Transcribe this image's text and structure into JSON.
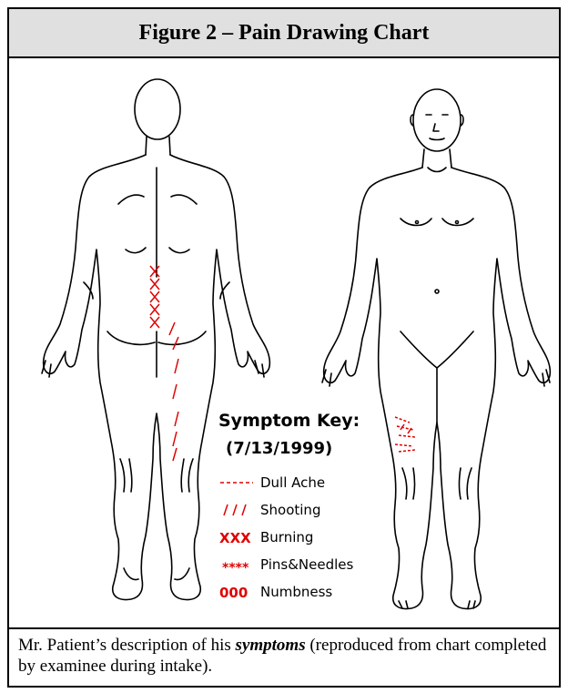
{
  "figure": {
    "title": "Figure 2 – Pain Drawing Chart"
  },
  "symptom_key": {
    "heading": "Symptom Key:",
    "date": "(7/13/1999)",
    "items": [
      {
        "symbol": "----",
        "label": "Dull Ache",
        "icon": "dashed-line-icon"
      },
      {
        "symbol": "///",
        "label": "Shooting",
        "icon": "slash-lines-icon"
      },
      {
        "symbol": "XXX",
        "label": "Burning",
        "icon": "x-marks-icon"
      },
      {
        "symbol": "****",
        "label": "Pins&Needles",
        "icon": "asterisk-marks-icon"
      },
      {
        "symbol": "000",
        "label": "Numbness",
        "icon": "circle-marks-icon"
      }
    ]
  },
  "caption": {
    "before": "Mr. Patient’s description of his ",
    "emphasis": "symptoms",
    "after": " (reproduced from chart completed by examinee during intake)."
  },
  "colors": {
    "title_background": "#e0e0e0",
    "mark_color": "#e00000",
    "outline_color": "#000000"
  }
}
